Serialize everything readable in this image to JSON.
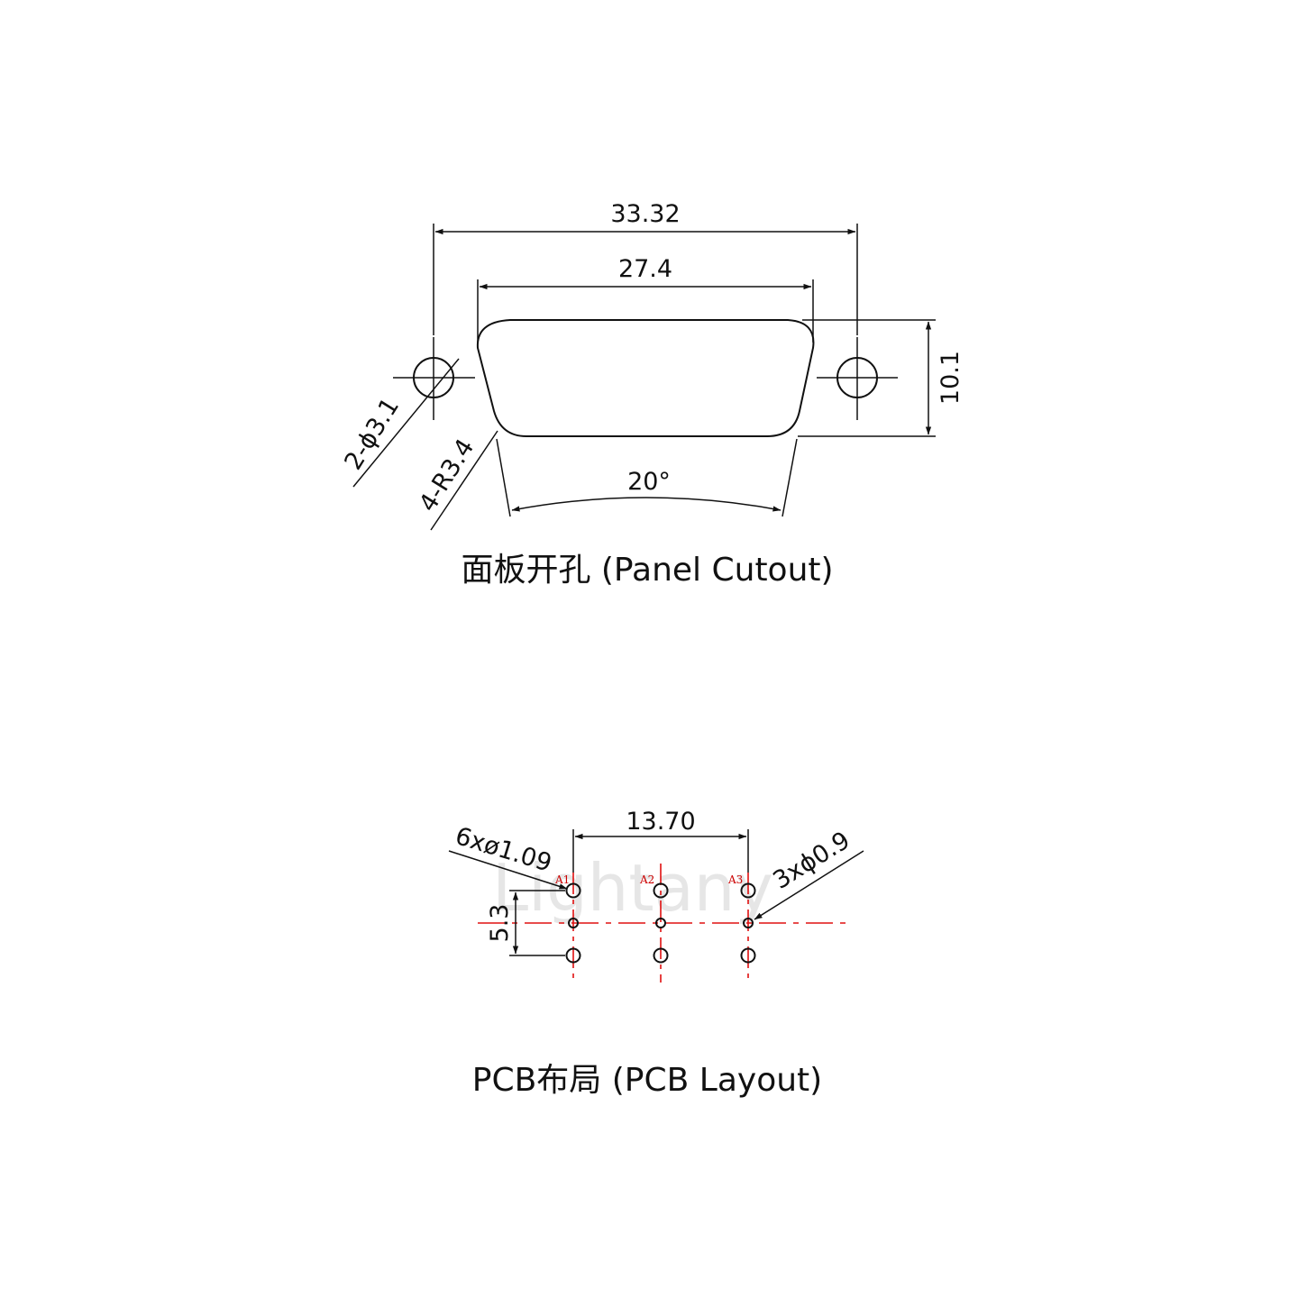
{
  "panel_cutout": {
    "dim_total_width": "33.32",
    "dim_opening_width": "27.4",
    "dim_height": "10.1",
    "dim_mount_holes": "2-ϕ3.1",
    "dim_corner_radius": "4-R3.4",
    "dim_angle": "20°",
    "caption": "面板开孔 (Panel Cutout)"
  },
  "pcb_layout": {
    "dim_pitch_x": "13.70",
    "dim_pitch_y": "5.3",
    "dim_holes_large": "6xø1.09",
    "dim_holes_small": "3xϕ0.9",
    "pin_labels": [
      "A1",
      "A2",
      "A3"
    ],
    "watermark": "Lightany",
    "caption": "PCB布局 (PCB Layout)"
  },
  "colors": {
    "line": "#111111",
    "centerline": "#e01010",
    "pin_label": "#cc0000"
  }
}
